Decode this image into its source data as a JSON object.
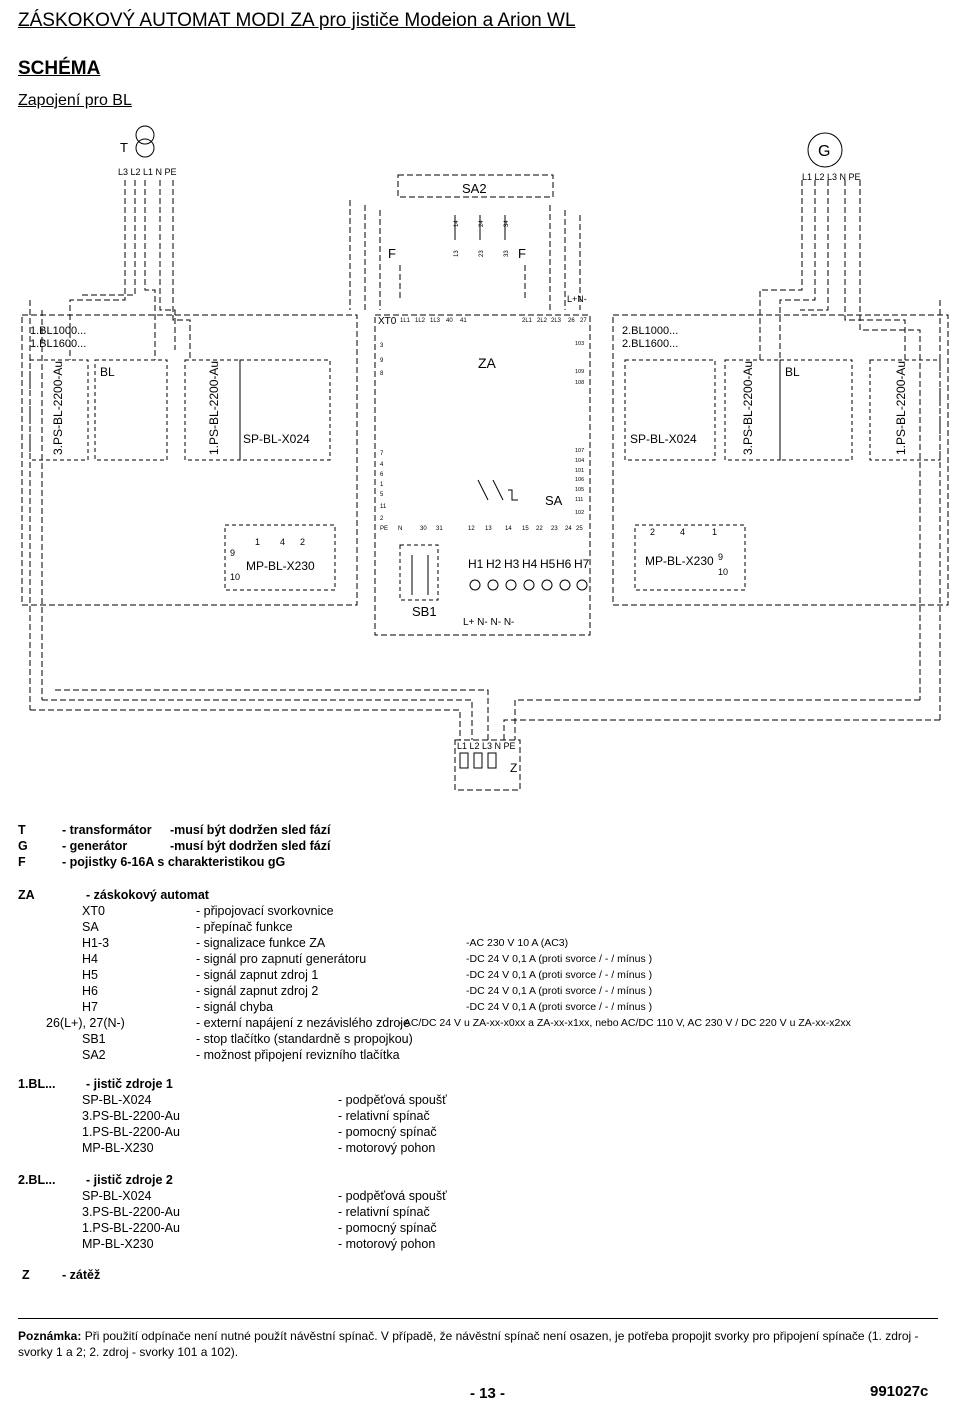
{
  "header": {
    "title": "ZÁSKOKOVÝ AUTOMAT MODI ZA pro jističe Modeion a Arion WL",
    "heading": "SCHÉMA",
    "subheading": "Zapojení pro BL"
  },
  "diagram": {
    "transformer": "T",
    "transformer_phases": "L3  L2  L1   N  PE",
    "generator": "G",
    "generator_phases": "L1  L2  L3   N   PE",
    "sa2": "SA2",
    "fuse": "F",
    "sa2_top": [
      "14",
      "24",
      "34"
    ],
    "sa2_bottom": [
      "13",
      "23",
      "33"
    ],
    "left_source": [
      "1.BL1000...",
      "1.BL1600..."
    ],
    "right_source": [
      "2.BL1000...",
      "2.BL1600..."
    ],
    "ps_label": "3.PS-BL-2200-Au",
    "ps1_label": "1.PS-BL-2200-Au",
    "bl_label": "BL",
    "sp_label": "SP-BL-X024",
    "mp_label": "MP-BL-X230",
    "za": "ZA",
    "xt0": "XT0",
    "xt0_top": [
      "1L1",
      "1L2",
      "1L3",
      "40",
      "41"
    ],
    "xt0_top_right": [
      "2L1",
      "2L2",
      "2L3",
      "26",
      "27"
    ],
    "lpn": "L+N-",
    "xt0_left": [
      "3",
      "9",
      "8",
      "7",
      "4",
      "6",
      "1",
      "5",
      "11",
      "2"
    ],
    "xt0_right": [
      "103",
      "109",
      "108",
      "107",
      "104",
      "101",
      "106",
      "105",
      "111",
      "102"
    ],
    "xt0_bottom": [
      "PE",
      "N",
      "30",
      "31",
      "12",
      "13",
      "14",
      "15",
      "22",
      "23",
      "24",
      "25"
    ],
    "sa": "SA",
    "sb1": "SB1",
    "lamps": [
      "H1",
      "H2",
      "H3",
      "H4",
      "H5",
      "H6",
      "H7"
    ],
    "lamp_bottom": "L+  N-     N-      N-",
    "mp_terminals": [
      "1",
      "4",
      "2",
      "9",
      "10"
    ],
    "mp_terminals_right": [
      "2",
      "4",
      "1",
      "9",
      "10"
    ],
    "load_phases": "L1  L2  L3  N  PE",
    "load": "Z"
  },
  "legend": {
    "t": {
      "key": "T",
      "desc": "- transformátor",
      "note": "-musí být dodržen sled fází"
    },
    "g": {
      "key": "G",
      "desc": "- generátor",
      "note": "-musí být dodržen sled fází"
    },
    "f": {
      "key": "F",
      "desc": "- pojistky 6-16A s charakteristikou gG"
    },
    "za": {
      "key": "ZA",
      "desc": "- záskokový automat"
    },
    "za_items": [
      {
        "code": "XT0",
        "desc": "- připojovací svorkovnice",
        "spec": ""
      },
      {
        "code": "SA",
        "desc": "- přepínač funkce",
        "spec": ""
      },
      {
        "code": "H1-3",
        "desc": "- signalizace funkce ZA",
        "spec": "-AC 230 V 10 A (AC3)"
      },
      {
        "code": "H4",
        "desc": "- signál pro zapnutí generátoru",
        "spec": "-DC 24 V 0,1 A  (proti svorce  / - / mínus )"
      },
      {
        "code": "H5",
        "desc": "- signál zapnut zdroj 1",
        "spec": "-DC 24 V 0,1 A  (proti svorce / - / mínus )"
      },
      {
        "code": "H6",
        "desc": "- signál zapnut zdroj 2",
        "spec": "-DC 24 V 0,1 A  (proti svorce / - / mínus )"
      },
      {
        "code": "H7",
        "desc": "- signál chyba",
        "spec": "-DC 24 V 0,1 A  (proti svorce / - / mínus )"
      }
    ],
    "ext": {
      "code": "26(L+), 27(N-)",
      "desc": "- externí napájení z nezávislého zdroje",
      "spec": "- AC/DC 24 V u ZA-xx-x0xx a ZA-xx-x1xx, nebo AC/DC 110 V, AC 230 V / DC 220 V u ZA-xx-x2xx"
    },
    "sb1": {
      "code": "SB1",
      "desc": "- stop tlačítko (standardně s propojkou)"
    },
    "sa2": {
      "code": "SA2",
      "desc": "- možnost připojení revizního tlačítka"
    },
    "bl1": {
      "key": "1.BL...",
      "desc": "- jistič zdroje 1"
    },
    "bl2": {
      "key": "2.BL...",
      "desc": "- jistič zdroje 2"
    },
    "bl_items": [
      {
        "code": "SP-BL-X024",
        "desc": "- podpěťová spoušť"
      },
      {
        "code": "3.PS-BL-2200-Au",
        "desc": "- relativní spínač"
      },
      {
        "code": "1.PS-BL-2200-Au",
        "desc": "- pomocný spínač"
      },
      {
        "code": "MP-BL-X230",
        "desc": "- motorový pohon"
      }
    ],
    "z": {
      "key": "Z",
      "desc": "- zátěž"
    }
  },
  "note": {
    "label": "Poznámka:",
    "text": " Při použití odpínače není nutné použít návěstní spínač. V případě, že návěstní spínač není osazen, je potřeba propojit svorky pro připojení spínače (1. zdroj - svorky 1 a 2; 2. zdroj - svorky 101 a 102)."
  },
  "footer": {
    "page": "- 13 -",
    "code": "991027c"
  }
}
